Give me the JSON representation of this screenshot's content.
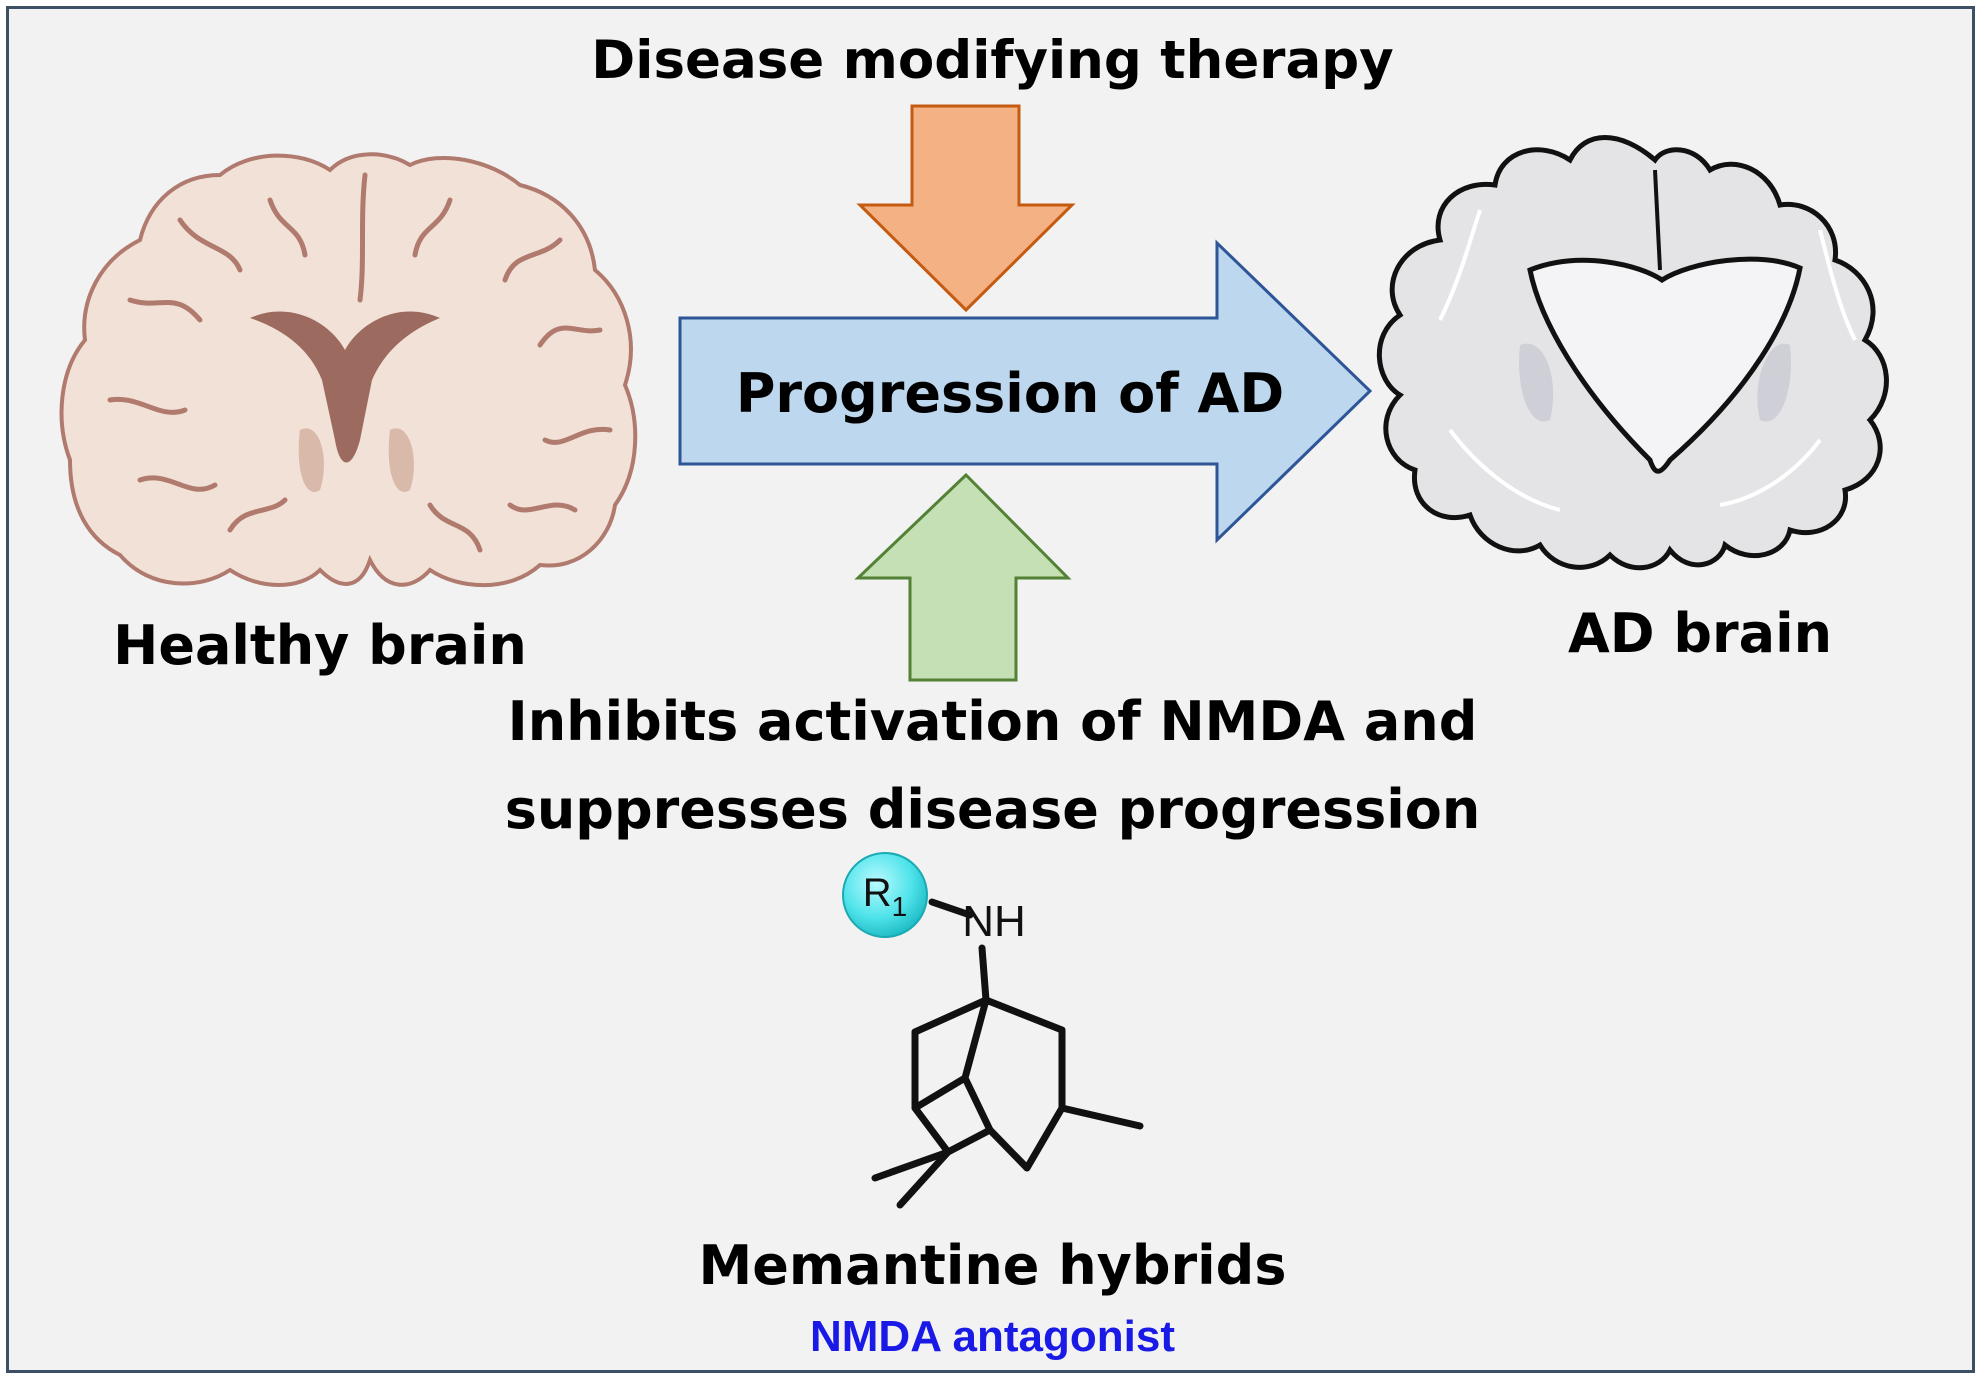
{
  "top_label": "Disease modifying therapy",
  "center_label": "Progression of AD",
  "left_label": "Healthy brain",
  "right_label": "AD brain",
  "inhibit_label": {
    "line1": "Inhibits activation of NMDA and",
    "line2": "suppresses disease progression"
  },
  "molecule": {
    "substituent": "R",
    "substituent_sub": "1",
    "amine": "NH"
  },
  "bottom_title": "Memantine hybrids",
  "bottom_subtitle": "NMDA antagonist",
  "colors": {
    "background": "#f2f2f2",
    "frame": "#3d4f64",
    "top_arrow": "#f4b183",
    "top_arrow_stroke": "#c55a11",
    "center_arrow": "#bdd7ee",
    "center_arrow_stroke": "#2e5597",
    "bottom_arrow": "#c5e0b4",
    "bottom_arrow_stroke": "#538135",
    "healthy_brain": "#f2e1d6",
    "healthy_brain_folds": "#b07a6e",
    "ad_brain": "#e4e4e6",
    "substituent_ball": "#4fe3ea",
    "subtitle": "#1a1ae6"
  }
}
